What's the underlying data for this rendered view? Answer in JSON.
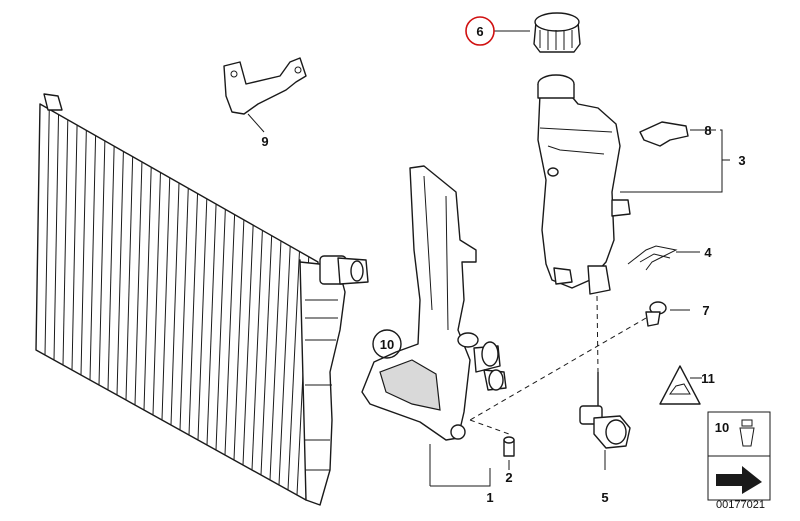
{
  "callouts": {
    "c1": "1",
    "c2": "2",
    "c3": "3",
    "c4": "4",
    "c5": "5",
    "c6": "6",
    "c7": "7",
    "c8": "8",
    "c9": "9",
    "c10_circle": "10",
    "c10_legend": "10",
    "c11": "11"
  },
  "doc_number": "00177021",
  "colors": {
    "highlight_circle": "#d01010",
    "line": "#1a1a1a"
  }
}
